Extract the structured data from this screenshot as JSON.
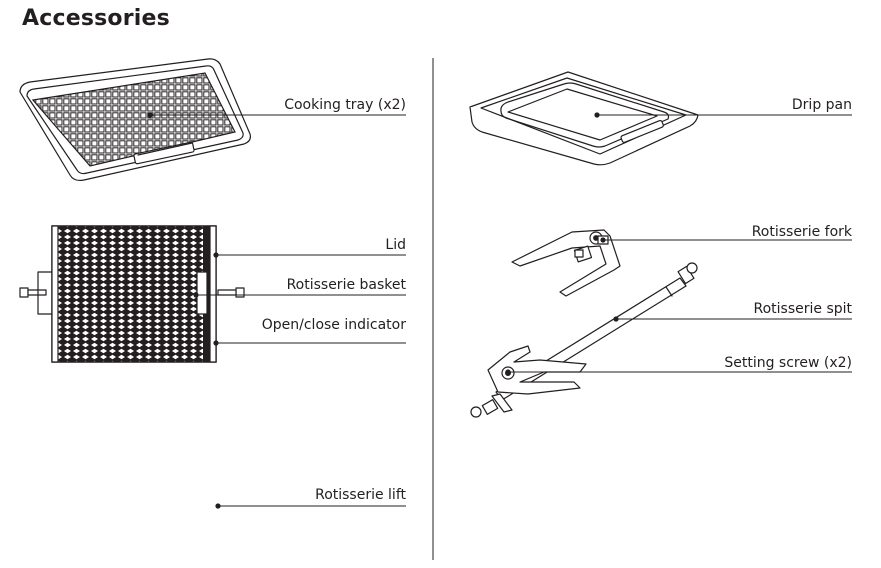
{
  "title": "Accessories",
  "labels": {
    "cooking_tray": "Cooking tray (x2)",
    "drip_pan": "Drip pan",
    "lid": "Lid",
    "rotisserie_basket": "Rotisserie basket",
    "open_close_indicator": "Open/close indicator",
    "rotisserie_fork": "Rotisserie fork",
    "rotisserie_spit": "Rotisserie spit",
    "setting_screw": "Setting screw (x2)",
    "rotisserie_lift": "Rotisserie lift"
  }
}
